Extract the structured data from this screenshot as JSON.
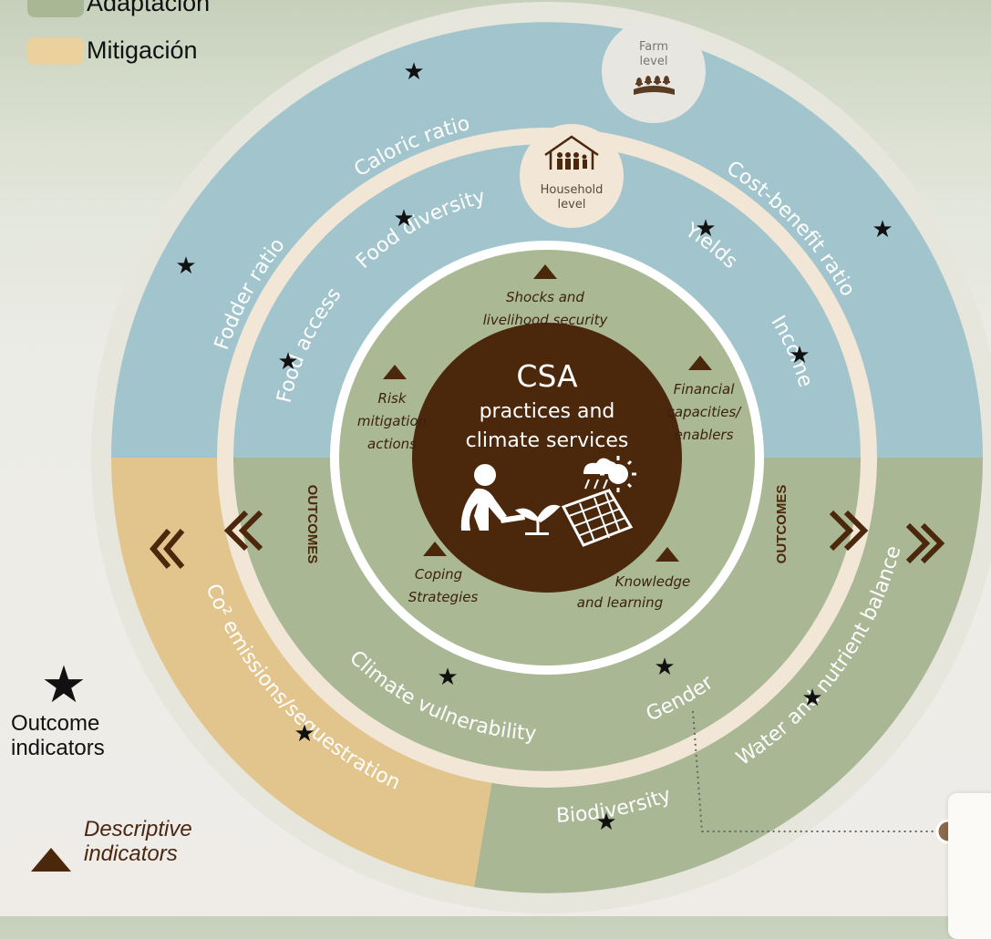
{
  "legend": {
    "items": [
      {
        "label": "Adaptación",
        "color": "#a9b794"
      },
      {
        "label": "Mitigación",
        "color": "#ebd19e"
      }
    ],
    "outcome_indicators": "Outcome\nindicators",
    "descriptive_indicators": "Descriptive\nindicators"
  },
  "colors": {
    "blue": "#a2c5cd",
    "green": "#a9b794",
    "tan": "#e2c58c",
    "cream": "#f2e6d7",
    "brown": "#4b270c",
    "white_text": "#ffffff"
  },
  "center": {
    "title": "CSA",
    "line2": "practices and",
    "line3": "climate services",
    "icons": [
      "farmer-planting-icon",
      "weather-solar-icon"
    ]
  },
  "levels": {
    "farm": [
      "Farm",
      "level"
    ],
    "household": [
      "Household",
      "level"
    ]
  },
  "outer_ring_labels": {
    "caloric_ratio": "Caloric ratio",
    "cost_benefit_ratio": "Cost-benefit ratio",
    "fodder_ratio": "Fodder ratio",
    "water_nutrient": "Water and nutrient balance",
    "biodiversity": "Biodiversity",
    "co2": "Co² emissions/sequestration"
  },
  "middle_ring_labels": {
    "food_diversity": "Food diversity",
    "yields": "Yields",
    "food_access": "Food access",
    "income": "Income",
    "climate_vulnerability": "Climate vulnerability",
    "gender": "Gender"
  },
  "inner_labels": {
    "shocks": [
      "Shocks and",
      "livelihood security"
    ],
    "risk": [
      "Risk",
      "mitigation",
      "actions"
    ],
    "financial": [
      "Financial",
      "capacities/",
      "enablers"
    ],
    "coping": [
      "Coping",
      "Strategies"
    ],
    "knowledge": [
      "Knowledge",
      "and learning"
    ]
  },
  "outcomes_left": "OUTCOMES",
  "outcomes_right": "OUTCOMES",
  "arrows": {
    "left": "«",
    "right": "»"
  }
}
